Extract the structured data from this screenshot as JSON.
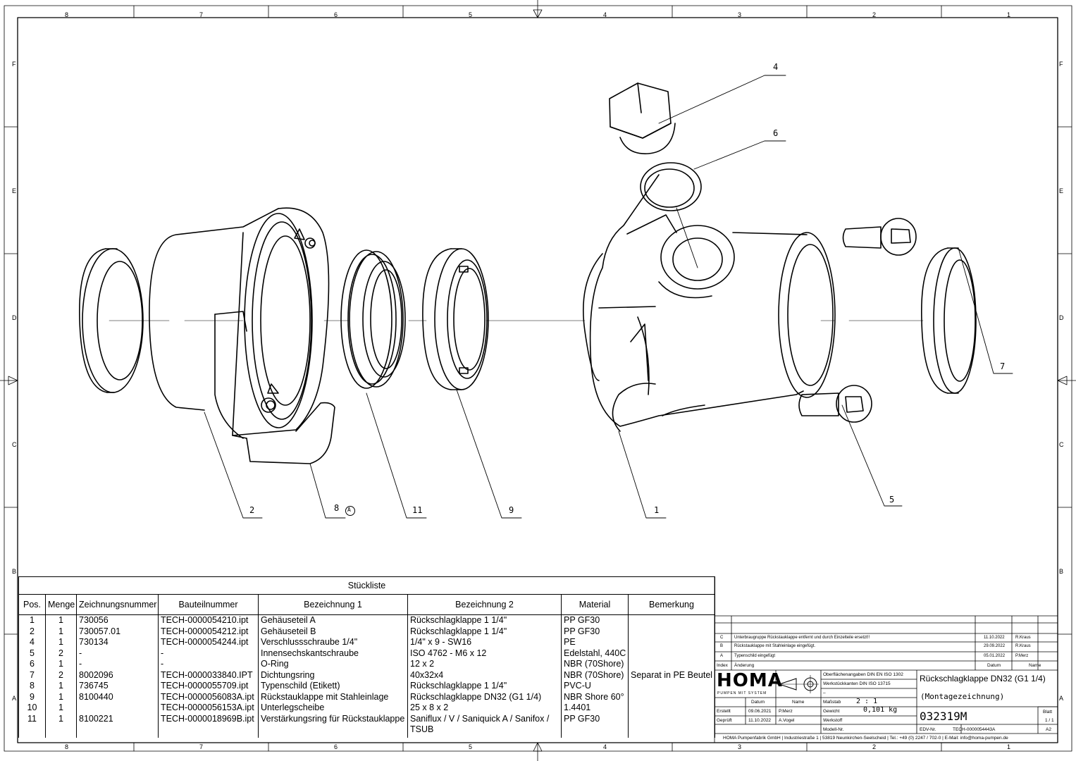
{
  "zones": {
    "columns": [
      "8",
      "7",
      "6",
      "5",
      "4",
      "3",
      "2",
      "1"
    ],
    "rows": [
      "F",
      "E",
      "D",
      "C",
      "B",
      "A"
    ]
  },
  "callouts": {
    "c4": "4",
    "c6": "6",
    "c7": "7",
    "c5": "5",
    "c2": "2",
    "c8": "8",
    "c8_rev": "A",
    "c11": "11",
    "c9": "9",
    "c1": "1"
  },
  "bom": {
    "title": "Stückliste",
    "headers": [
      "Pos.",
      "Menge",
      "Zeichnungsnummer",
      "Bauteilnummer",
      "Bezeichnung 1",
      "Bezeichnung 2",
      "Material",
      "Bemerkung"
    ],
    "rows": [
      [
        "1",
        "1",
        "730056",
        "TECH-0000054210.ipt",
        "Gehäuseteil A",
        "Rückschlagklappe 1 1/4\"",
        "PP GF30",
        ""
      ],
      [
        "2",
        "1",
        "730057.01",
        "TECH-0000054212.ipt",
        "Gehäuseteil B",
        "Rückschlagklappe 1 1/4\"",
        "PP GF30",
        ""
      ],
      [
        "4",
        "1",
        "730134",
        "TECH-0000054244.ipt",
        "Verschlussschraube 1/4\"",
        "1/4\" x  9 - SW16",
        "PE",
        ""
      ],
      [
        "5",
        "2",
        "-",
        "-",
        "Innensechskantschraube",
        "ISO 4762 - M6 x 12",
        "Edelstahl, 440C",
        ""
      ],
      [
        "6",
        "1",
        "-",
        "-",
        "O-Ring",
        "12 x 2",
        "NBR (70Shore)",
        ""
      ],
      [
        "7",
        "2",
        "8002096",
        "TECH-0000033840.IPT",
        "Dichtungsring",
        "40x32x4",
        "NBR (70Shore)",
        "Separat in PE Beutel"
      ],
      [
        "8",
        "1",
        "736745",
        "TECH-0000055709.ipt",
        "Typenschild (Etikett)",
        "Rückschlagklappe 1 1/4\"",
        "PVC-U",
        ""
      ],
      [
        "9",
        "1",
        "8100440",
        "TECH-0000056083A.ipt",
        "Rückstauklappe mit Stahleinlage",
        "Rückschlagklappe DN32 (G1 1/4)",
        "NBR Shore 60°",
        ""
      ],
      [
        "10",
        "1",
        "",
        "TECH-0000056153A.ipt",
        "Unterlegscheibe",
        "25 x 8 x 2",
        "1.4401",
        ""
      ],
      [
        "11",
        "1",
        "8100221",
        "TECH-0000018969B.ipt",
        "Verstärkungsring für Rückstauklappe",
        "Saniflux / V / Saniquick A / Sanifox / TSUB",
        "PP GF30",
        ""
      ]
    ]
  },
  "revisions": [
    {
      "index": "C",
      "text": "Unterbraugruppe Rückstauklappe entfernt und durch Einzelteile ersetzt!!",
      "date": "11.10.2022",
      "name": "R.Kraus"
    },
    {
      "index": "B",
      "text": "Rückstauklappe mit Stahleinlage eingefügt.",
      "date": "29.09.2022",
      "name": "R.Kraus"
    },
    {
      "index": "A",
      "text": "Typenschild eingefügt",
      "date": "05.01.2022",
      "name": "P.Merz"
    }
  ],
  "revision_headers": {
    "index": "Index",
    "change": "Änderung",
    "date": "Datum",
    "name": "Name"
  },
  "title_block": {
    "logo_text": "HOMA",
    "logo_sub": "PUMPEN  MIT  SYSTEM",
    "surface": "Oberflächenangaben DIN EN ISO 1302",
    "edges": "Werkstückkanten DIN ISO 13715",
    "dash": "–",
    "label_datum": "Datum",
    "label_name": "Name",
    "erstellt": "Erstellt",
    "erstellt_date": "09.06.2021",
    "erstellt_name": "P.Merz",
    "geprueft": "Geprüft",
    "geprueft_date": "11.10.2022",
    "geprueft_name": "A.Vogel",
    "massstab_label": "Maßstab",
    "massstab": "2 : 1",
    "gewicht_label": "Gewicht",
    "gewicht": "0,101 kg",
    "werkstoff_label": "Werkstoff",
    "modell_label": "Modell-Nr.",
    "title": "Rückschlagklappe DN32 (G1 1/4)",
    "subtitle": "(Montagezeichnung)",
    "drawing_number": "032319M",
    "blatt_label": "Blatt",
    "blatt": "1 / 1",
    "edv_label": "EDV-Nr.",
    "edv": "TECH-0000054443A",
    "format": "A2",
    "company": "HOMA Pumpenfabrik GmbH  |  Industriestraße 1  |  53819 Neunkirchen-Seelscheid  |  Tel.: +49 (0) 2247 / 702-0  |  E-Mail: info@homa-pumpen.de"
  }
}
